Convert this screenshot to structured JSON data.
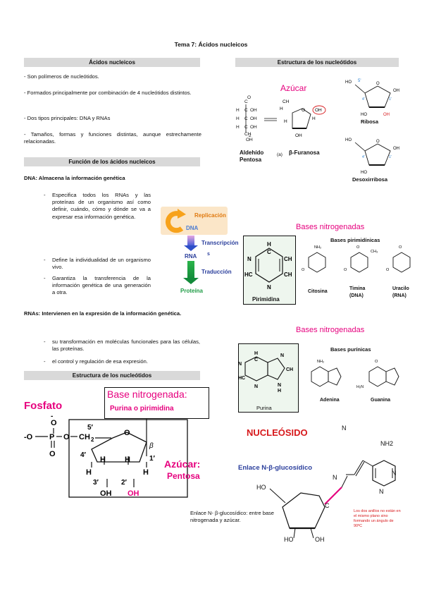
{
  "title": "Tema 7: Ácidos nucleicos",
  "left": {
    "acidos": {
      "header": "Ácidos nucleicos",
      "items": [
        "- Son polímeros de nucleótidos.",
        "- Formados principalmente por combinación de 4 nucleótidos distintos.",
        "- Dos tipos principales: DNA y RNAs",
        "- Tamaños, formas y funciones distintas, aunque estrechamente relacionadas."
      ]
    },
    "funcion": {
      "header": "Función de los ácidos nucleicos",
      "dna_heading": "DNA: Almacena la información genética",
      "dna_items": [
        "Especifica todos los RNAs y las proteínas de un organismo así como definir, cuándo, cómo y dónde se va a expresar esa información genética.",
        "Define la individualidad de un organismo vivo.",
        "Garantiza la transferencia de la información genética de una generación a otra."
      ],
      "rna_heading": "RNAs: Intervienen en la expresión de la información genética.",
      "rna_items": [
        "su transformación en moléculas funcionales para las células, las proteínas.",
        "el control y regulación de esa expresión."
      ]
    },
    "flow": {
      "replicacion": "Replicación",
      "dna": "DNA",
      "transcripcion": "Transcripción",
      "s": "s",
      "rna": "RNA",
      "traduccion": "Traducción",
      "proteina": "Proteína"
    },
    "estructura": {
      "header": "Estructura de los nucleótidos",
      "fosfato": "Fosfato",
      "base_title": "Base nitrogenada:",
      "base_sub": "Purina o pirimidina",
      "azucar": "Azúcar:",
      "pentosa": "Pentosa"
    }
  },
  "right": {
    "header": "Estructura de los nucleótidos",
    "azucar_title": "Azúcar",
    "aldehido": "Aldehído",
    "pentosa": "Pentosa",
    "a": "(a)",
    "furanosa": "β-Furanosa",
    "ribosa": "Ribosa",
    "desoxirribosa": "Desoxirribosa",
    "pirimidinicas": {
      "title": "Bases nitrogenadas",
      "sub": "Bases pirimidínicas",
      "pirimidina": "Pirimidina",
      "citosina": "Citosina",
      "timina": "Timina",
      "timina_note": "(DNA)",
      "uracilo": "Uracilo",
      "uracilo_note": "(RNA)"
    },
    "puricas": {
      "title": "Bases nitrogenadas",
      "sub": "Bases purínicas",
      "purina": "Purina",
      "adenina": "Adenina",
      "guanina": "Guanina"
    },
    "nucleosido": {
      "title": "NUCLEÓSIDO",
      "enlace": "Enlace N-β-glucosídico",
      "caption": "Enlace N- β-glucosídico: entre base nitrogenada y azúcar.",
      "note": "Los dos anillos no están en el mismo plano sino formando un ángulo de 90ºC",
      "nh2": "NH2",
      "ho": "HO",
      "oh": "OH",
      "n": "N",
      "c": "C"
    }
  },
  "colors": {
    "magenta": "#e6007e",
    "blue": "#2a3e9c",
    "header_gray": "#d9d9d9",
    "orange": "#f7a21b",
    "green": "#1f9c46",
    "red": "#d7191c"
  }
}
